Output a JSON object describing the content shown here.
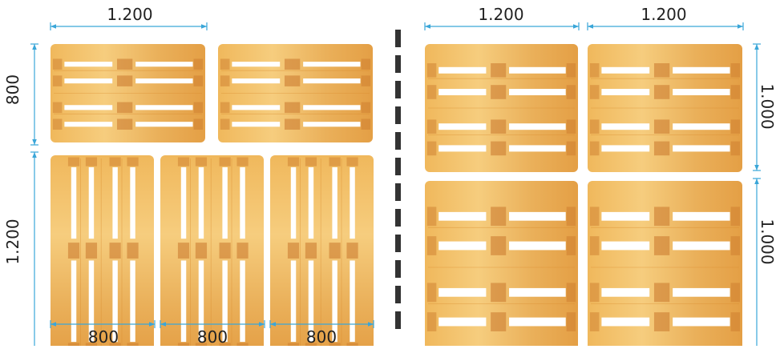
{
  "colors": {
    "wood_light": "#f3c36a",
    "wood_mid": "#e8a646",
    "wood_dark": "#d98a2c",
    "block": "#c9772b",
    "dimension": "#3aa6d8",
    "separator": "#333333"
  },
  "left_layout": {
    "top_width_label": "1.200",
    "top_height_label": "800",
    "bottom_height_label": "1.200",
    "bottom_width_labels": [
      "800",
      "800",
      "800"
    ]
  },
  "right_layout": {
    "top_width_labels": [
      "1.200",
      "1.200"
    ],
    "height_labels": [
      "1.000",
      "1.000"
    ]
  }
}
